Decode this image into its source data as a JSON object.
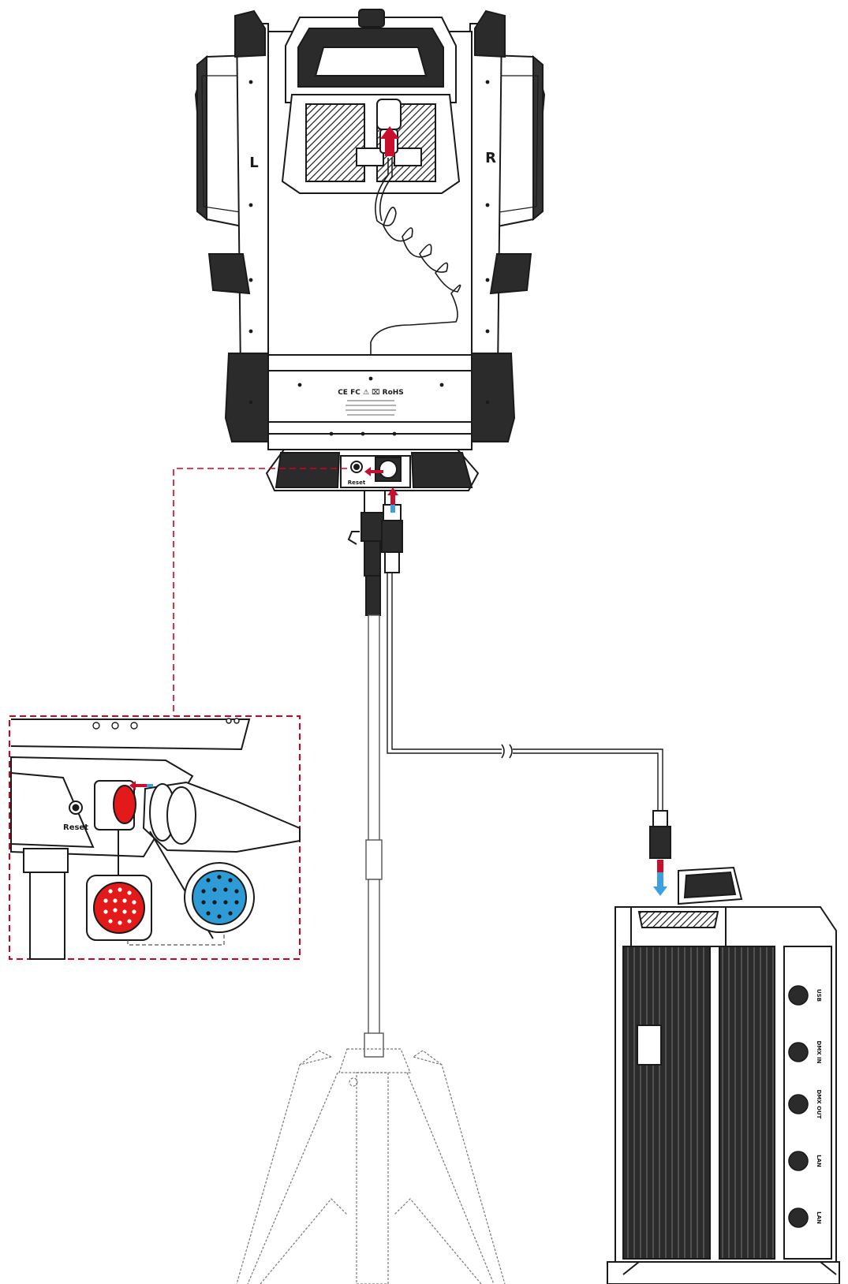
{
  "labels": {
    "left_side": "L",
    "right_side": "R",
    "reset_main": "Reset",
    "reset_detail": "Reset",
    "cert_marks": "CE FC ⚠ ⌧ RoHS",
    "battery_ports": [
      "USB",
      "DMX IN",
      "DMX OUT",
      "LAN",
      "LAN"
    ]
  },
  "colors": {
    "line": "#1a1a1a",
    "panel": "#2b2b2b",
    "red_arrow": "#c8102e",
    "detail_border": "#d6001c",
    "pin_red": "#e31a1a",
    "pin_blue": "#2e9bd6",
    "blue_arrow": "#3aa0e0"
  },
  "icons": [
    "red-arrow-up-icon",
    "cable-break-icon",
    "connector-pin-icon"
  ]
}
